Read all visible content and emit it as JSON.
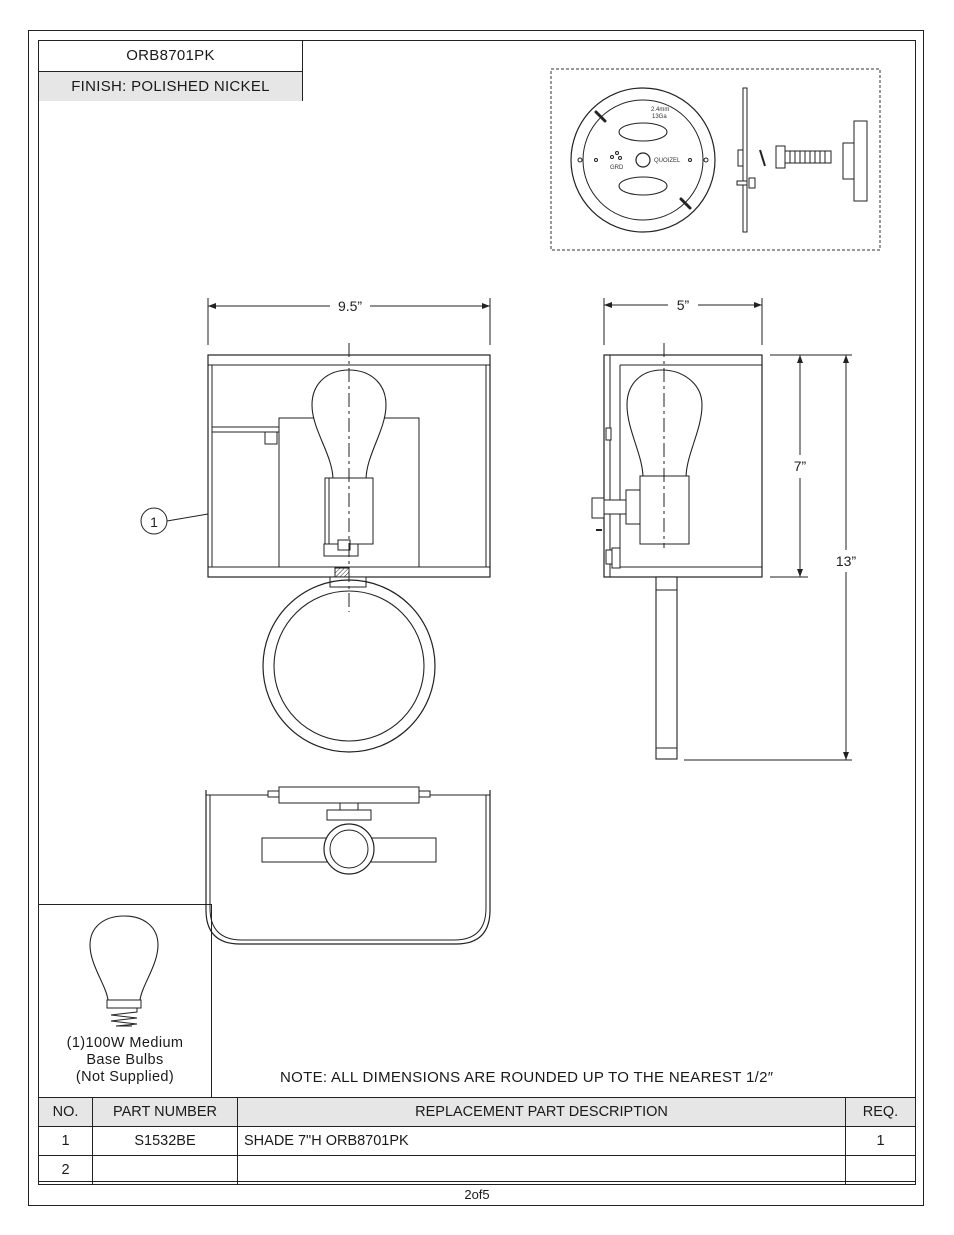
{
  "header": {
    "model": "ORB8701PK",
    "finish": "FINISH:  POLISHED NICKEL"
  },
  "dimensions": {
    "width": "9.5”",
    "depth": "5”",
    "shade_height": "7”",
    "overall_height": "13”"
  },
  "callout": "1",
  "mounting_plate": {
    "gauge_line1": "2.4mm",
    "gauge_line2": "13Ga",
    "brand": "QUOIZEL",
    "ground": "GRD"
  },
  "bulb": {
    "line1": "(1)100W Medium",
    "line2": "Base Bulbs",
    "line3": "(Not Supplied)"
  },
  "note": "NOTE:  ALL DIMENSIONS ARE ROUNDED UP TO THE NEAREST  1/2″",
  "parts_table": {
    "headers": [
      "NO.",
      "PART NUMBER",
      "REPLACEMENT PART DESCRIPTION",
      "REQ."
    ],
    "rows": [
      [
        "1",
        "S1532BE",
        "SHADE 7\"H ORB8701PK",
        "1"
      ],
      [
        "2",
        "",
        "",
        ""
      ]
    ]
  },
  "footer": {
    "page": "2of5"
  },
  "colors": {
    "line": "#222222",
    "header_fill": "#e6e6e6"
  }
}
